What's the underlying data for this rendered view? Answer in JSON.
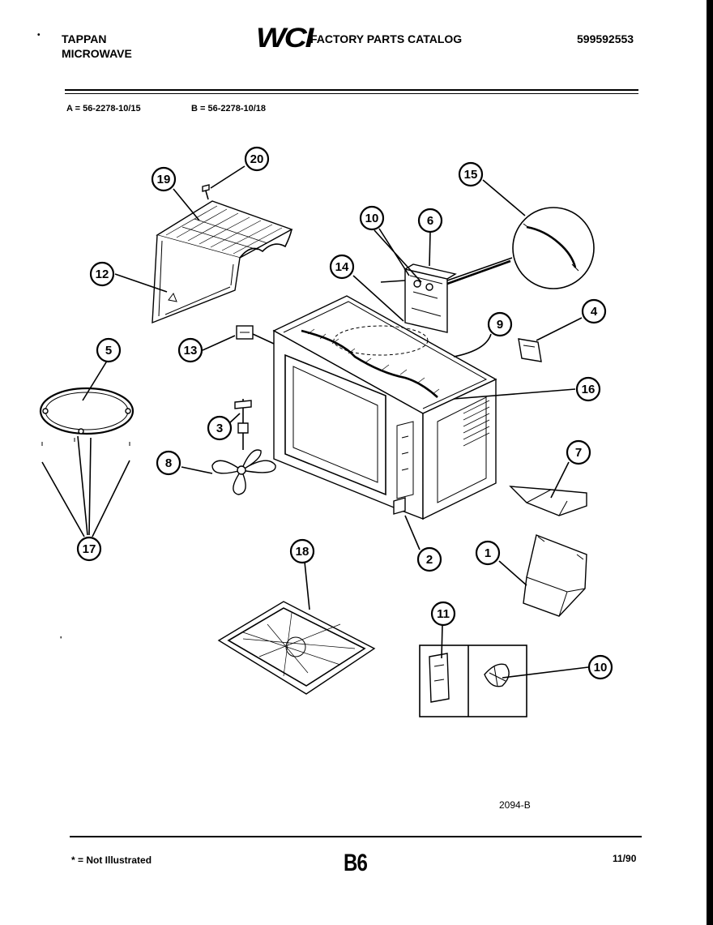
{
  "header": {
    "brand_line1": "TAPPAN",
    "brand_line2": "MICROWAVE",
    "logo_text": "WCI",
    "catalog_title": "FACTORY PARTS CATALOG",
    "catalog_number": "599592553"
  },
  "models": {
    "a": "A = 56-2278-10/15",
    "b": "B = 56-2278-10/18"
  },
  "callouts": {
    "c20": "20",
    "c19": "19",
    "c12": "12",
    "c5": "5",
    "c13": "13",
    "c3": "3",
    "c8": "8",
    "c17": "17",
    "c18": "18",
    "c10a": "10",
    "c6": "6",
    "c14": "14",
    "c15": "15",
    "c9": "9",
    "c4": "4",
    "c16": "16",
    "c7": "7",
    "c2": "2",
    "c1": "1",
    "c11": "11",
    "c10b": "10"
  },
  "diagram_code": "2094-B",
  "footer": {
    "note": "* = Not Illustrated",
    "page": "B6",
    "date": "11/90"
  }
}
